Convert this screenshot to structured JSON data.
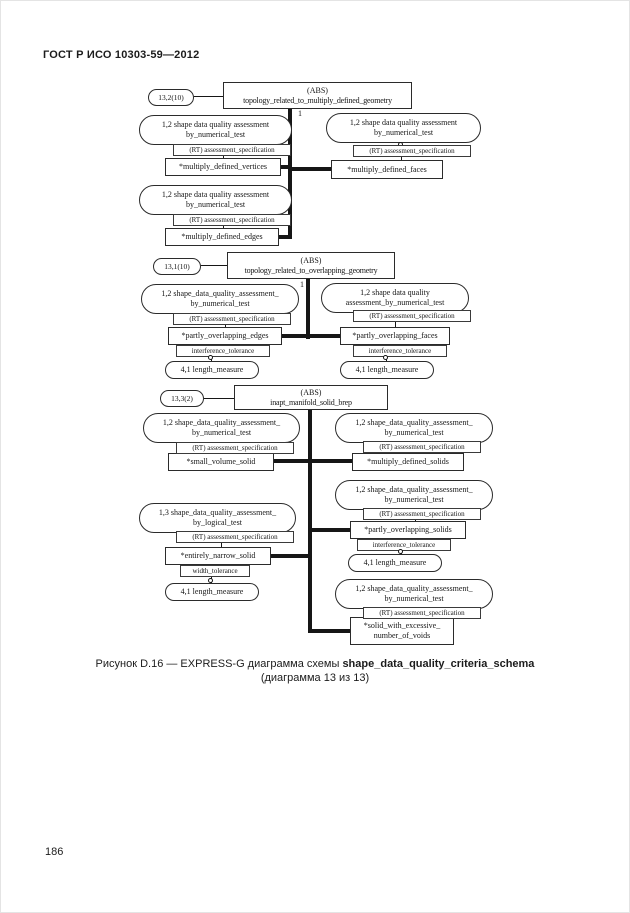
{
  "page": {
    "header": "ГОСТ Р ИСО 10303-59—2012",
    "page_number": "186",
    "caption": {
      "prefix": "Рисунок D.16 — EXPRESS-G диаграмма схемы ",
      "schema_name": "shape_data_quality_criteria_schema",
      "line2": "(диаграмма 13 из 13)"
    }
  },
  "labels": {
    "rt_assessment": "(RT) assessment_specification",
    "interference_tolerance": "interference_tolerance",
    "width_tolerance": "width_tolerance",
    "oneof": "1"
  },
  "d": {
    "s1": {
      "ref": "13,2(10)",
      "abs_tag": "(ABS)",
      "abs_name": "topology_related_to_multiply_defined_geometry",
      "oval_l1_a": "1,2 shape data quality assessment",
      "oval_l1_b": "by_numerical_test",
      "oval_r1_a": "1,2 shape data quality assessment",
      "oval_r1_b": "by_numerical_test",
      "oval_l2_a": "1,2 shape data quality assessment",
      "oval_l2_b": "by_numerical_test",
      "box_vertices": "*multiply_defined_vertices",
      "box_faces": "*multiply_defined_faces",
      "box_edges": "*multiply_defined_edges"
    },
    "s2": {
      "ref": "13,1(10)",
      "abs_tag": "(ABS)",
      "abs_name": "topology_related_to_overlapping_geometry",
      "oval_l_a": "1,2 shape_data_quality_assessment_",
      "oval_l_b": "by_numerical_test",
      "oval_r_a": "1,2 shape data quality",
      "oval_r_b": "assessment_by_numerical_test",
      "box_edges": "*partly_overlapping_edges",
      "box_faces": "*partly_overlapping_faces",
      "len_l": "4,1 length_measure",
      "len_r": "4,1 length_measure"
    },
    "s3": {
      "ref": "13,3(2)",
      "abs_tag": "(ABS)",
      "abs_name": "inapt_manifold_solid_brep",
      "oval_l1_a": "1,2 shape_data_quality_assessment_",
      "oval_l1_b": "by_numerical_test",
      "oval_r1_a": "1,2 shape_data_quality_assessment_",
      "oval_r1_b": "by_numerical_test",
      "oval_r2_a": "1,2 shape_data_quality_assessment_",
      "oval_r2_b": "by_numerical_test",
      "oval_l2_a": "1,3 shape_data_quality_assessment_",
      "oval_l2_b": "by_logical_test",
      "oval_r3_a": "1,2 shape_data_quality_assessment_",
      "oval_r3_b": "by_numerical_test",
      "box_small_volume": "*small_volume_solid",
      "box_multiply_solids": "*multiply_defined_solids",
      "box_partly_solids": "*partly_overlapping_solids",
      "box_narrow": "*entirely_narrow_solid",
      "box_voids_a": "*solid_with_excessive_",
      "box_voids_b": "number_of_voids",
      "len_l": "4,1 length_measure",
      "len_r": "4,1 length_measure"
    }
  }
}
